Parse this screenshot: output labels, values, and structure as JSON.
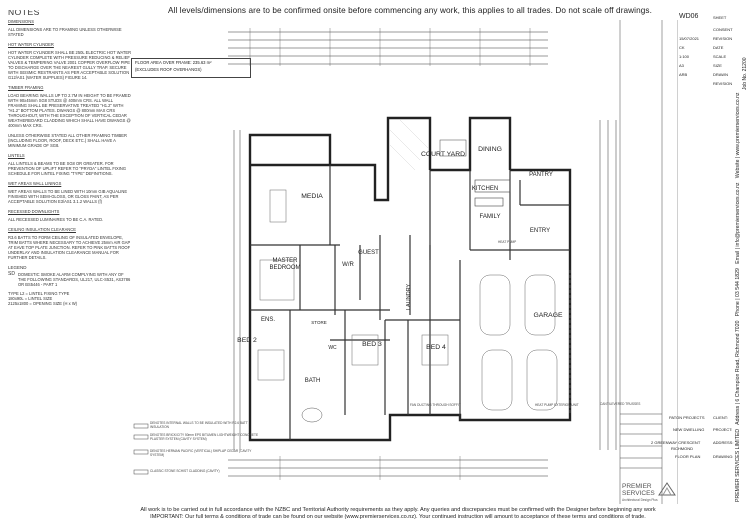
{
  "header": {
    "notice": "All levels/dimensions are to be confirmed onsite before commencing any work, this applies to all trades. Do not scale off drawings."
  },
  "footer": {
    "line1": "All work is to be carried out in full accordance with the NZBC and Territorial Authority requirements as they apply.  Any queries and discrepancies must be confirmed with the Designer before beginning any work",
    "line2": "IMPORTANT: Our full terms & conditions of trade can be found on our website (www.premierservices.co.nz). Your continued instruction will amount to acceptance of these terms and conditions of trade."
  },
  "notes": {
    "title": "NOTES",
    "sections": [
      {
        "heading": "DIMENSIONS",
        "body": "ALL DIMENSIONS ARE TO FRAMING UNLESS OTHERWISE STATED"
      },
      {
        "heading": "HOT WATER CYLINDER",
        "body": "HOT WATER CYLINDER SHALL BE 250L ELECTRIC HOT WATER CYLINDER COMPLETE WITH PRESSURE REDUCING & RELIEF VALVES & TEMPERING VALVE 2001 COPPER OVERFLOW PIPE TO DISCHARGE OVER THE NEAREST GULLY TRAP. SECURE WITH SEISMIC RESTRAINTS AS PER ACCEPTABLE SOLUTION G12/AS1 (WATER SUPPLIES) FIGURE 14."
      },
      {
        "heading": "TIMBER FRAMING",
        "body": "LOAD BEARING WALLS UP TO 2.7M IN HEIGHT TO BE FRAMED WITH 90x45mm SG8 STUDS @ 400mm CRS. ALL WALL FRAMING SHALL BE PRESERVATIVE TREATED \"H1.2\" WITH \"H1.2\" BOTTOM PLATES. DWANGS @ 800mm MAX CRS THROUGHOUT, WITH THE EXCEPTION OF VERTICAL CEDAR WEATHERBOARD CLADDING WHICH SHALL HAVE DWANGS @ 400mm MAX CRS."
      },
      {
        "heading": "",
        "body": "UNLESS OTHERWISE STATED ALL OTHER FRAMING TIMBER (INCLUDING FLOOR, ROOF, DECK ETC.) SHALL HAVE A MINIMUM GRADE OF SG8."
      },
      {
        "heading": "LINTELS",
        "body": "ALL LINTELS & BEAMS TO BE SG8 OR GREATER. FOR PREVENTION OF UPLIFT REFER TO \"PRYDA\" LINTEL FIXING SCHEDULE FOR LINTEL FIXING \"TYPE\" DEFINITIONS."
      },
      {
        "heading": "WET AREAS WALL LININGS",
        "body": "WET AREAS WALLS TO BE LINED WITH 10mm GIB AQUALINE FINISHED WITH SEMI-GLOSS, OR GLOSS PAINT, AS PER ACCEPTABLE SOLUTION E3/AS1 3.1.2 WALLS (f)"
      },
      {
        "heading": "RECESSED DOWNLIGHTS",
        "body": "ALL RECESSED LUMINAIRES TO BE C.A. RATED."
      },
      {
        "heading": "CEILING INSULATION CLEARANCE",
        "body": "R3.6 BATTS TO FORM CEILING OF INSULATED ENVELOPE, TRIM BATTS WHERE NECESSARY TO ACHIEVE 25mm AIR GAP AT EAVE TOP PLATE JUNCTION. REFER TO PINK BATTS ROOF UNDERLAY AND INSULATION CLEARANCE MANUAL FOR FURTHER DETAILS."
      }
    ],
    "legend_title": "LEGEND",
    "smoke_alarm": "DOMESTIC SMOKE ALARM COMPLYING WITH ANY OF THE FOLLOWING STANDARDS, UL217, ULC-S531, AS3786 OR BS5446 - PART 1",
    "type_legend": [
      "TYPE L2  =  LINTEL FIXING TYPE",
      "180x90L  =  LINTEL SIZE",
      "2125x1800  =  OPENING SIZE (H x W)"
    ]
  },
  "floor_area": {
    "label": "FLOOR AREA OVER FRAME: 235.63 m²",
    "note": "(EXCLUDES ROOF OVERHANGS)"
  },
  "rooms": [
    "COURT YARD",
    "DINING",
    "KITCHEN",
    "PANTRY",
    "FAMILY",
    "ENTRY",
    "MEDIA",
    "MASTER BEDROOM",
    "W/R",
    "GUEST",
    "LAUNDRY",
    "ENS.",
    "STORE",
    "BED 2",
    "BED 3",
    "BED 4",
    "BATH",
    "WC",
    "GARAGE"
  ],
  "plan_labels": {
    "heat_pump": "HEAT PUMP",
    "heat_pump_ext": "HEAT PUMP EXTERIOR UNIT",
    "cantilevered": "CANTILEVERED TRUSSES",
    "fan_duct": "FAN DUCTING THROUGH SOFFIT",
    "cladding_legend": [
      "DENOTES INTERNAL WALLS TO BE INSULATED WITH R2.6 BATT INSULATION",
      "DENOTES BRICK/CITY 50mm EPS BITUMEN LIGHTWEIGHT CONCRETE PLASTER SYSTEM (CAVITY SYSTEM)",
      "DENOTES HERMAN PACIFIC (VERTICAL) SHIPLAP CEDAR (CAVITY SYSTEM)",
      "CLASSIC STONE SCHIST CLADDING (CAVITY)"
    ]
  },
  "title_block": {
    "sheet": "WD06",
    "rows": [
      {
        "value": "WD06",
        "key": "SHEET"
      },
      {
        "value": "",
        "key": "CONSENT"
      },
      {
        "value": "15/07/2021",
        "key": "REVISION"
      },
      {
        "value": "CK",
        "key": "DATE"
      },
      {
        "value": "1:100",
        "key": "SCALE"
      },
      {
        "value": "A3",
        "key": "SIZE"
      },
      {
        "value": "ARB",
        "key": "DRAWN"
      },
      {
        "value": "",
        "key": "REVISION"
      }
    ],
    "client_label": "CLIENT:",
    "client": "PATON PROJECTS",
    "project_label": "PROJECT:",
    "project": "NEW DWELLING",
    "address_label": "ADDRESS:",
    "address1": "2 GREENWAY CRESCENT",
    "address2": "RICHMOND",
    "drawing_label": "DRAWING:",
    "drawing": "FLOOR PLAN",
    "company": "PREMIER SERVICES LIMITED",
    "company_address": "Address | 6 Champion Road, Richmond 7020",
    "phone": "Phone | 03 544 1829",
    "email": "Email | info@premierservices.co.nz",
    "website": "Website | www.premierservices.co.nz",
    "job": "Job No. 21200"
  },
  "logo": {
    "line1": "PREMIER",
    "line2": "SERVICES",
    "tagline": "Architectural Design Plus"
  }
}
